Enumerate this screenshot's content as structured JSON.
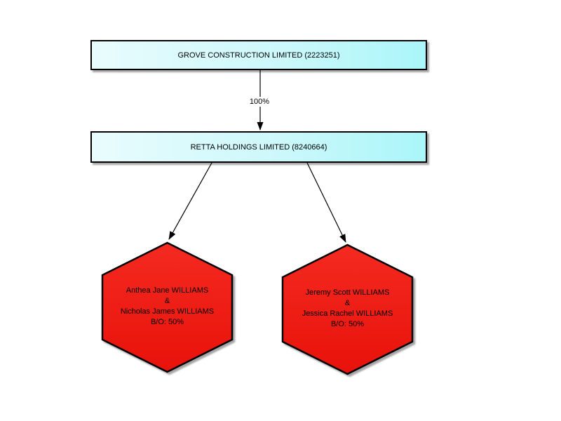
{
  "diagram": {
    "nodes": {
      "parent_company": {
        "label": "GROVE CONSTRUCTION LIMITED (2223251)"
      },
      "subsidiary_company": {
        "label": "RETTA HOLDINGS LIMITED (8240664)"
      },
      "owner_left": {
        "lines": [
          "Anthea Jane WILLIAMS",
          "&",
          "Nicholas James WILLIAMS",
          "B/O: 50%"
        ]
      },
      "owner_right": {
        "lines": [
          "Jeremy Scott WILLIAMS",
          "&",
          "Jessica Rachel WILLIAMS",
          "B/O: 50%"
        ]
      }
    },
    "edges": {
      "parent_to_subsidiary_label": "100%"
    },
    "colors": {
      "company_box_gradient_start": "#e9fcfd",
      "company_box_gradient_end": "#aaf6fa",
      "company_box_border": "#000000",
      "hexagon_gradient_start": "#f42a20",
      "hexagon_gradient_end": "#e8120b",
      "hexagon_border": "#000000",
      "edge_color": "#000000",
      "background": "#ffffff"
    }
  }
}
